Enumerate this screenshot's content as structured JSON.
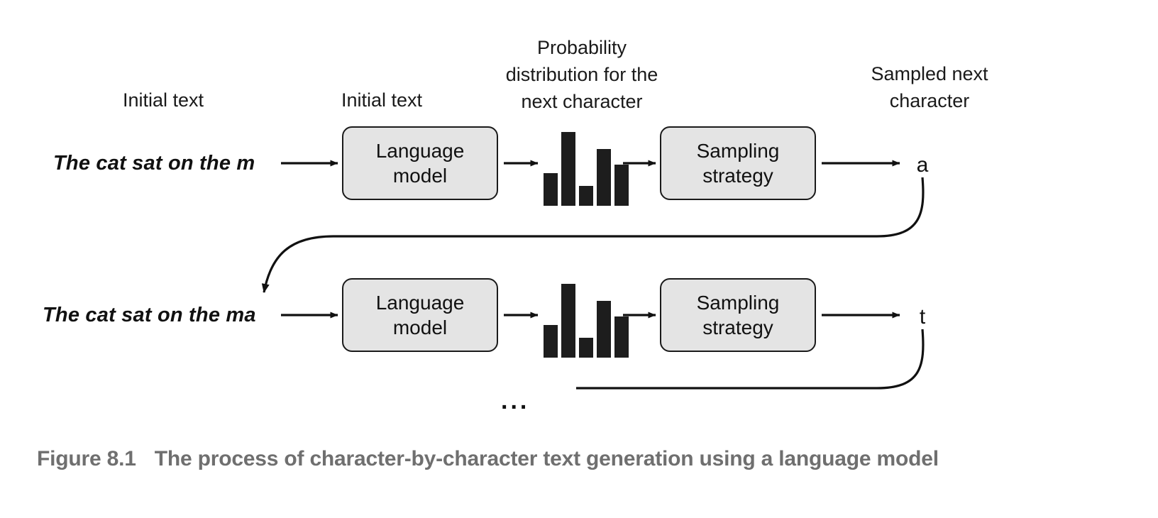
{
  "figure": {
    "caption_number": "Figure 8.1",
    "caption_text": "The process of character-by-character text generation using a language model",
    "caption_color": "#6f6f6f",
    "background_color": "#ffffff",
    "box_fill_color": "#e4e4e4",
    "box_stroke_color": "#1a1a1a",
    "bar_color": "#1d1d1d"
  },
  "column_headers": {
    "initial_text_left": "Initial text",
    "initial_text_model": "Initial text",
    "probability_distribution": "Probability\ndistribution for the\nnext character",
    "sampled_next_character": "Sampled next\ncharacter"
  },
  "rows": [
    {
      "input_text": "The cat sat on the m",
      "language_model_label": "Language\nmodel",
      "sampling_strategy_label": "Sampling\nstrategy",
      "sampled_character": "a",
      "bar_heights": [
        46,
        104,
        28,
        80,
        58
      ]
    },
    {
      "input_text": "The cat sat on the ma",
      "language_model_label": "Language\nmodel",
      "sampling_strategy_label": "Sampling\nstrategy",
      "sampled_character": "t",
      "bar_heights": [
        46,
        104,
        28,
        80,
        58
      ]
    }
  ],
  "continuation": {
    "ellipsis": "..."
  }
}
